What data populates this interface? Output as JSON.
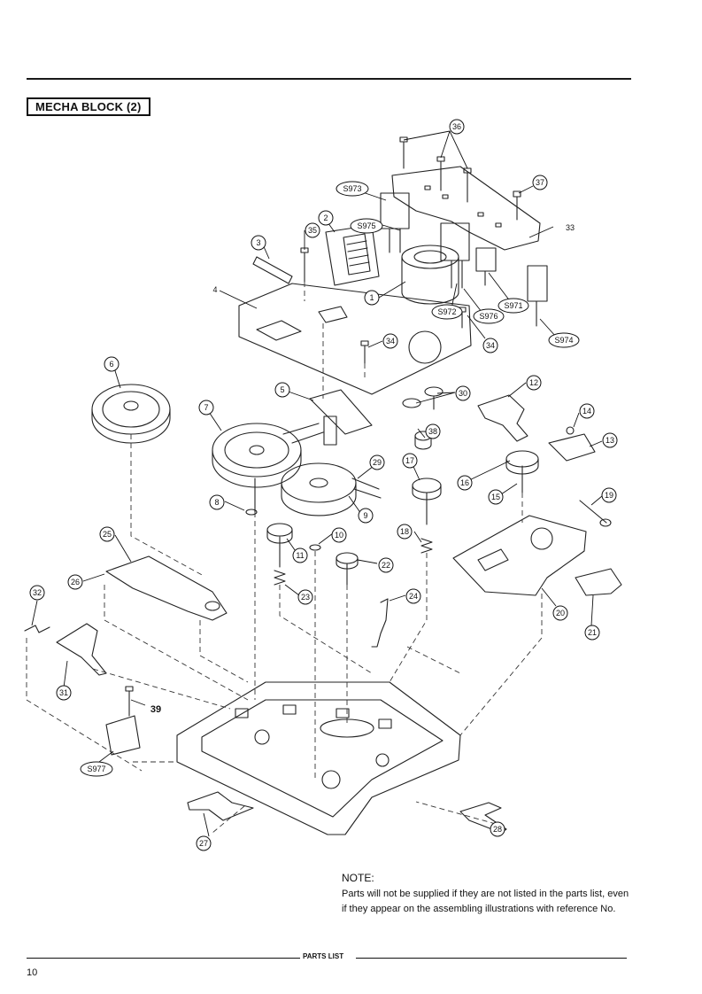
{
  "section_title": "MECHA BLOCK (2)",
  "callouts": [
    {
      "id": "36",
      "label": "36"
    },
    {
      "id": "37",
      "label": "37"
    },
    {
      "id": "S973",
      "label": "S973"
    },
    {
      "id": "S975",
      "label": "S975"
    },
    {
      "id": "2",
      "label": "2"
    },
    {
      "id": "35",
      "label": "35"
    },
    {
      "id": "3",
      "label": "3"
    },
    {
      "id": "33",
      "label": "33"
    },
    {
      "id": "4",
      "label": "4"
    },
    {
      "id": "1",
      "label": "1"
    },
    {
      "id": "S972",
      "label": "S972"
    },
    {
      "id": "S976",
      "label": "S976"
    },
    {
      "id": "S971",
      "label": "S971"
    },
    {
      "id": "S974",
      "label": "S974"
    },
    {
      "id": "34a",
      "label": "34"
    },
    {
      "id": "34b",
      "label": "34"
    },
    {
      "id": "6",
      "label": "6"
    },
    {
      "id": "5",
      "label": "5"
    },
    {
      "id": "30",
      "label": "30"
    },
    {
      "id": "12",
      "label": "12"
    },
    {
      "id": "14",
      "label": "14"
    },
    {
      "id": "7",
      "label": "7"
    },
    {
      "id": "38",
      "label": "38"
    },
    {
      "id": "13",
      "label": "13"
    },
    {
      "id": "17",
      "label": "17"
    },
    {
      "id": "29",
      "label": "29"
    },
    {
      "id": "16",
      "label": "16"
    },
    {
      "id": "15",
      "label": "15"
    },
    {
      "id": "19",
      "label": "19"
    },
    {
      "id": "8",
      "label": "8"
    },
    {
      "id": "9",
      "label": "9"
    },
    {
      "id": "10",
      "label": "10"
    },
    {
      "id": "18",
      "label": "18"
    },
    {
      "id": "25",
      "label": "25"
    },
    {
      "id": "11",
      "label": "11"
    },
    {
      "id": "22",
      "label": "22"
    },
    {
      "id": "26",
      "label": "26"
    },
    {
      "id": "23",
      "label": "23"
    },
    {
      "id": "32",
      "label": "32"
    },
    {
      "id": "24",
      "label": "24"
    },
    {
      "id": "20",
      "label": "20"
    },
    {
      "id": "21",
      "label": "21"
    },
    {
      "id": "31",
      "label": "31"
    },
    {
      "id": "39",
      "label": "39"
    },
    {
      "id": "S977",
      "label": "S977"
    },
    {
      "id": "27",
      "label": "27"
    },
    {
      "id": "28",
      "label": "28"
    }
  ],
  "note": {
    "heading": "NOTE:",
    "body": "Parts will not be supplied if they are not listed in the parts list, even if they appear on the assembling illustrations with reference No."
  },
  "footer": {
    "label": "PARTS LIST",
    "page_number": "10"
  }
}
